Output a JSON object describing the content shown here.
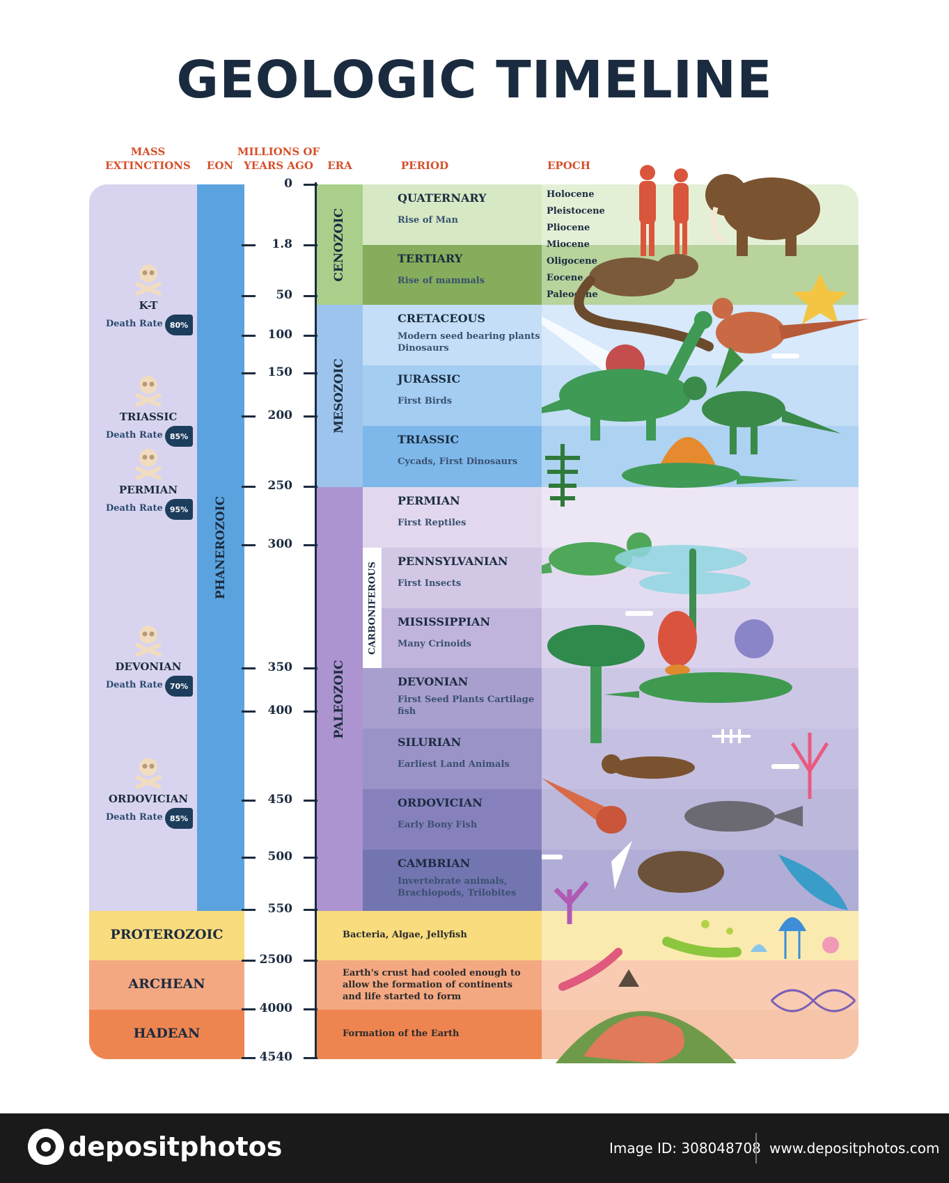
{
  "title": "GEOLOGIC TIMELINE",
  "headers": {
    "mass_extinctions": "MASS EXTINCTIONS",
    "eon": "EON",
    "millions_of_years_ago": "MILLIONS OF YEARS AGO",
    "era": "ERA",
    "period": "PERIOD",
    "epoch": "EPOCH"
  },
  "ticks": [
    "0",
    "1.8",
    "50",
    "100",
    "150",
    "200",
    "250",
    "300",
    "350",
    "400",
    "450",
    "500",
    "550",
    "2500",
    "4000",
    "4540"
  ],
  "eons": {
    "phanerozoic": "PHANEROZOIC",
    "proterozoic": "PROTEROZOIC",
    "archean": "ARCHEAN",
    "hadean": "HADEAN"
  },
  "eras": {
    "cenozoic": "CENOZOIC",
    "mesozoic": "MESOZOIC",
    "paleozoic": "PALEOZOIC",
    "carboniferous": "CARBONIFEROUS"
  },
  "periods": [
    {
      "name": "QUATERNARY",
      "desc": "Rise of Man"
    },
    {
      "name": "TERTIARY",
      "desc": "Rise of mammals"
    },
    {
      "name": "CRETACEOUS",
      "desc": "Modern seed bearing plants Dinosaurs"
    },
    {
      "name": "JURASSIC",
      "desc": "First Birds"
    },
    {
      "name": "TRIASSIC",
      "desc": "Cycads, First Dinosaurs"
    },
    {
      "name": "PERMIAN",
      "desc": "First Reptiles"
    },
    {
      "name": "PENNSYLVANIAN",
      "desc": "First Insects"
    },
    {
      "name": "MISISSIPPIAN",
      "desc": "Many Crinoids"
    },
    {
      "name": "DEVONIAN",
      "desc": "First Seed Plants Cartilage fish"
    },
    {
      "name": "SILURIAN",
      "desc": "Earliest Land Animals"
    },
    {
      "name": "ORDOVICIAN",
      "desc": "Early Bony Fish"
    },
    {
      "name": "CAMBRIAN",
      "desc": "Invertebrate animals, Brachiopods, Trilobites"
    }
  ],
  "epochs": [
    "Holocene",
    "Pleistocene",
    "Pliocene",
    "Miocene",
    "Oligocene",
    "Eocene",
    "Paleocene"
  ],
  "extinctions": [
    {
      "name": "K-T",
      "rate_label": "Death Rate",
      "rate": "80%"
    },
    {
      "name": "TRIASSIC",
      "rate_label": "Death Rate",
      "rate": "85%"
    },
    {
      "name": "PERMIAN",
      "rate_label": "Death Rate",
      "rate": "95%"
    },
    {
      "name": "DEVONIAN",
      "rate_label": "Death Rate",
      "rate": "70%"
    },
    {
      "name": "ORDOVICIAN",
      "rate_label": "Death Rate",
      "rate": "85%"
    }
  ],
  "lower_descriptions": {
    "proterozoic": "Bacteria, Algae, Jellyfish",
    "archean": "Earth's crust had cooled enough to allow the formation of continents and life started to form",
    "hadean": "Formation of the Earth"
  },
  "footer": {
    "brand": "depositphotos",
    "image_id": "Image ID: 308048708",
    "site": "www.depositphotos.com"
  },
  "colors": {
    "title": "#1b2b3f",
    "header": "#d4502b",
    "phanerozoic_bar": "#5ba3de",
    "extinction_column": "#d8d4ef",
    "proterozoic": "#f9dc7e",
    "archean": "#f4a882",
    "hadean": "#ee8550"
  }
}
